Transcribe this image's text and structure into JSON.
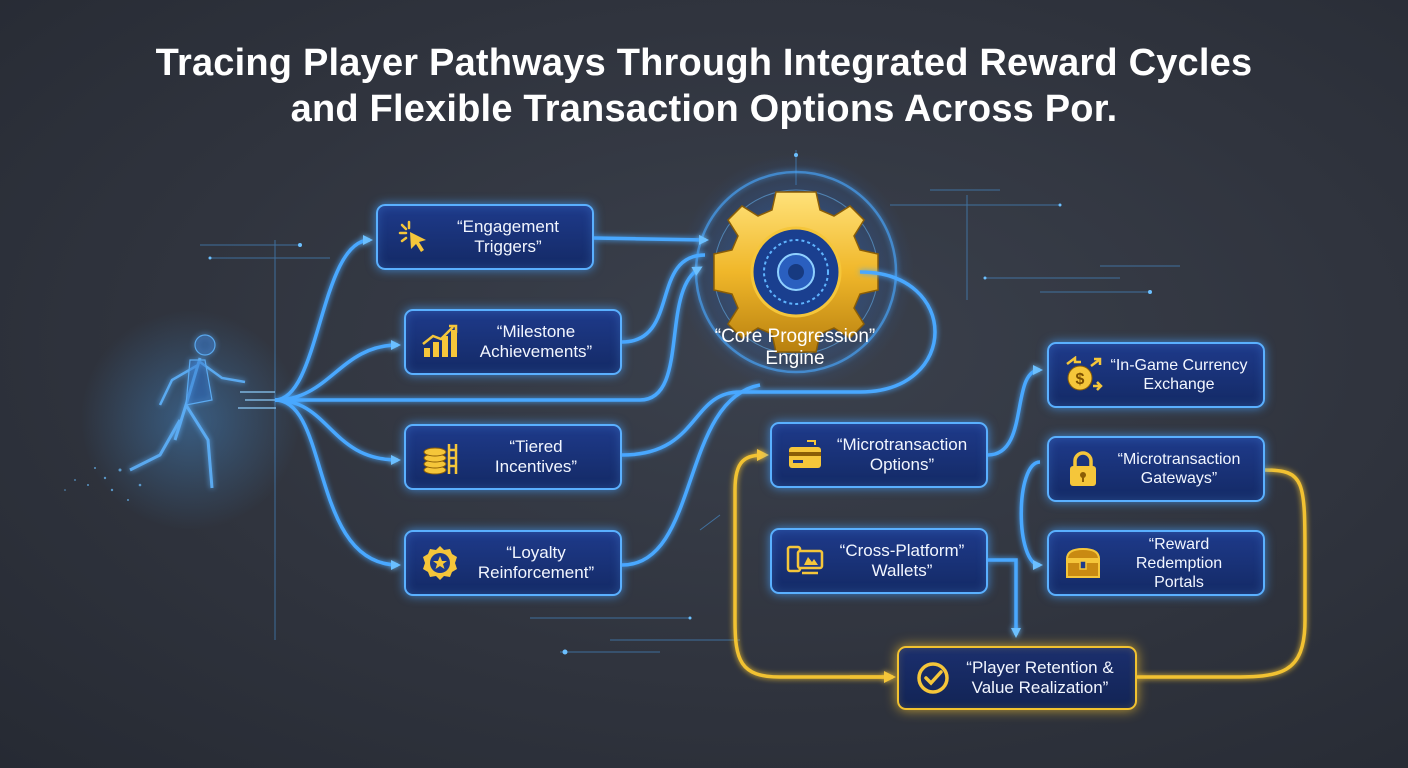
{
  "title": {
    "line1": "Tracing Player Pathways Through Integrated Reward Cycles",
    "line2": "and Flexible Transaction Options Across Por."
  },
  "core": {
    "label_line1": "“Core Progression”",
    "label_line2": "Engine",
    "icon": "gear-icon"
  },
  "nodes": {
    "engagement": {
      "line1": "“Engagement",
      "line2": "Triggers”",
      "icon": "cursor-click-icon"
    },
    "milestone": {
      "line1": "“Milestone",
      "line2": "Achievements”",
      "icon": "bar-chart-icon"
    },
    "tiered": {
      "line1": "“Tiered",
      "line2": "Incentives”",
      "icon": "coin-stack-icon"
    },
    "loyalty": {
      "line1": "“Loyalty",
      "line2": "Reinforcement”",
      "icon": "star-badge-icon"
    },
    "micro_options": {
      "line1": "“Microtransaction",
      "line2": "Options”",
      "icon": "credit-card-icon"
    },
    "cross_platform": {
      "line1": "“Cross-Platform”",
      "line2": "Wallets”",
      "icon": "devices-icon"
    },
    "currency": {
      "line1": "“In-Game Currency",
      "line2": "Exchange",
      "icon": "currency-exchange-icon"
    },
    "gateways": {
      "line1": "“Microtransaction",
      "line2": "Gateways”",
      "icon": "padlock-icon"
    },
    "redemption": {
      "line1": "“Reward",
      "line2": "Redemption",
      "line3": "Portals",
      "icon": "treasure-chest-icon"
    },
    "retention": {
      "line1": "“Player Retention &",
      "line2": "Value Realization”",
      "icon": "check-circle-icon"
    }
  },
  "colors": {
    "blue_glow": "#4aa8ff",
    "gold_glow": "#f2c230",
    "node_fill": "#1e3a8a",
    "background": "#30343e"
  }
}
